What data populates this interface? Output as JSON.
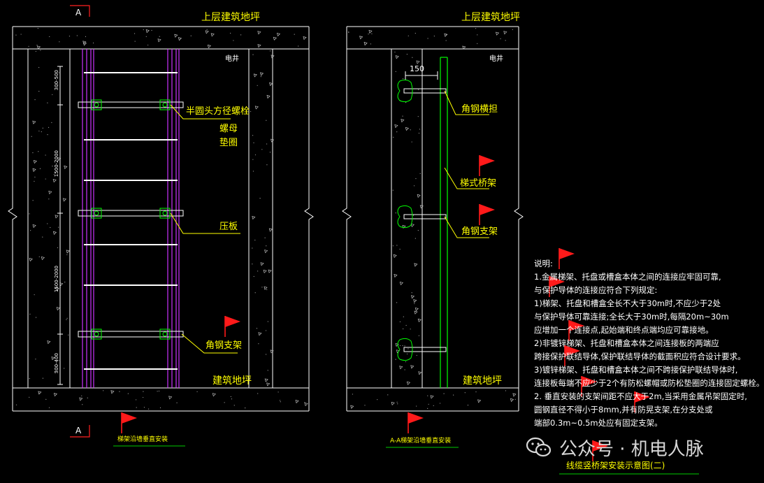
{
  "section_marks": {
    "top": "A",
    "bottom": "A"
  },
  "left_view": {
    "upper_floor_label": "上层建筑地坪",
    "shaft_label": "电井",
    "bottom_floor_label": "建筑地坪",
    "callouts": {
      "bolt": "半圆头方径螺栓",
      "nut": "螺母",
      "washer": "垫圈",
      "plate": "压板",
      "angle_support": "角钢支架"
    },
    "dim_ticks": [
      "300-500",
      "1500-2000",
      "1500-2000",
      "300-400"
    ],
    "caption": "梯架沿墙垂直安装"
  },
  "right_view": {
    "upper_floor_label": "上层建筑地坪",
    "shaft_label": "电井",
    "dimension": "150",
    "bottom_floor_label": "建筑地坪",
    "callouts": {
      "angle_stop": "角钢横担",
      "ladder_tray": "梯式桥架",
      "angle_support": "角钢支架"
    },
    "caption": "A-A梯架沿墙垂直安装"
  },
  "notes": {
    "heading": "说明:",
    "lines": [
      "1.金属梯架、托盘或槽盒本体之间的连接应牢固可靠,",
      "与保护导体的连接应符合下列规定:",
      "1)梯架、托盘和槽盒全长不大于30m时,不应少于2处",
      "与保护导体可靠连接;全长大于30m时,每隔20m~30m",
      "应增加一个连接点,起始端和终点端均应可靠接地。",
      "2)非镀锌梯架、托盘和槽盒本体之间连接板的两端应",
      "跨接保护联结导体,保护联结导体的截面积应符合设计要求。",
      "3)镀锌梯架、托盘和槽盒本体之间不跨接保护联结导体时,",
      "连接板每端不应少于2个有防松螺帽或防松垫圈的连接固定螺栓。",
      "2. 垂直安装的支架间距不应大于2m,当采用金属吊架固定时,",
      "圆钢直径不得小于8mm,并有防晃支架,在分支处或",
      "端部0.3m~0.5m处应有固定支架。"
    ]
  },
  "drawing_title": "线缆竖桥架安装示意图(二)",
  "watermark": "公众号 · 机电人脉",
  "colors": {
    "background": "#000000",
    "wall": "#ffffff",
    "rail": "#cc33ff",
    "text": "#ffff00",
    "bracket": "#00ff00",
    "title_line": "#00cc00",
    "section_mark": "#ff2020",
    "flag": "#ff1a1a"
  }
}
